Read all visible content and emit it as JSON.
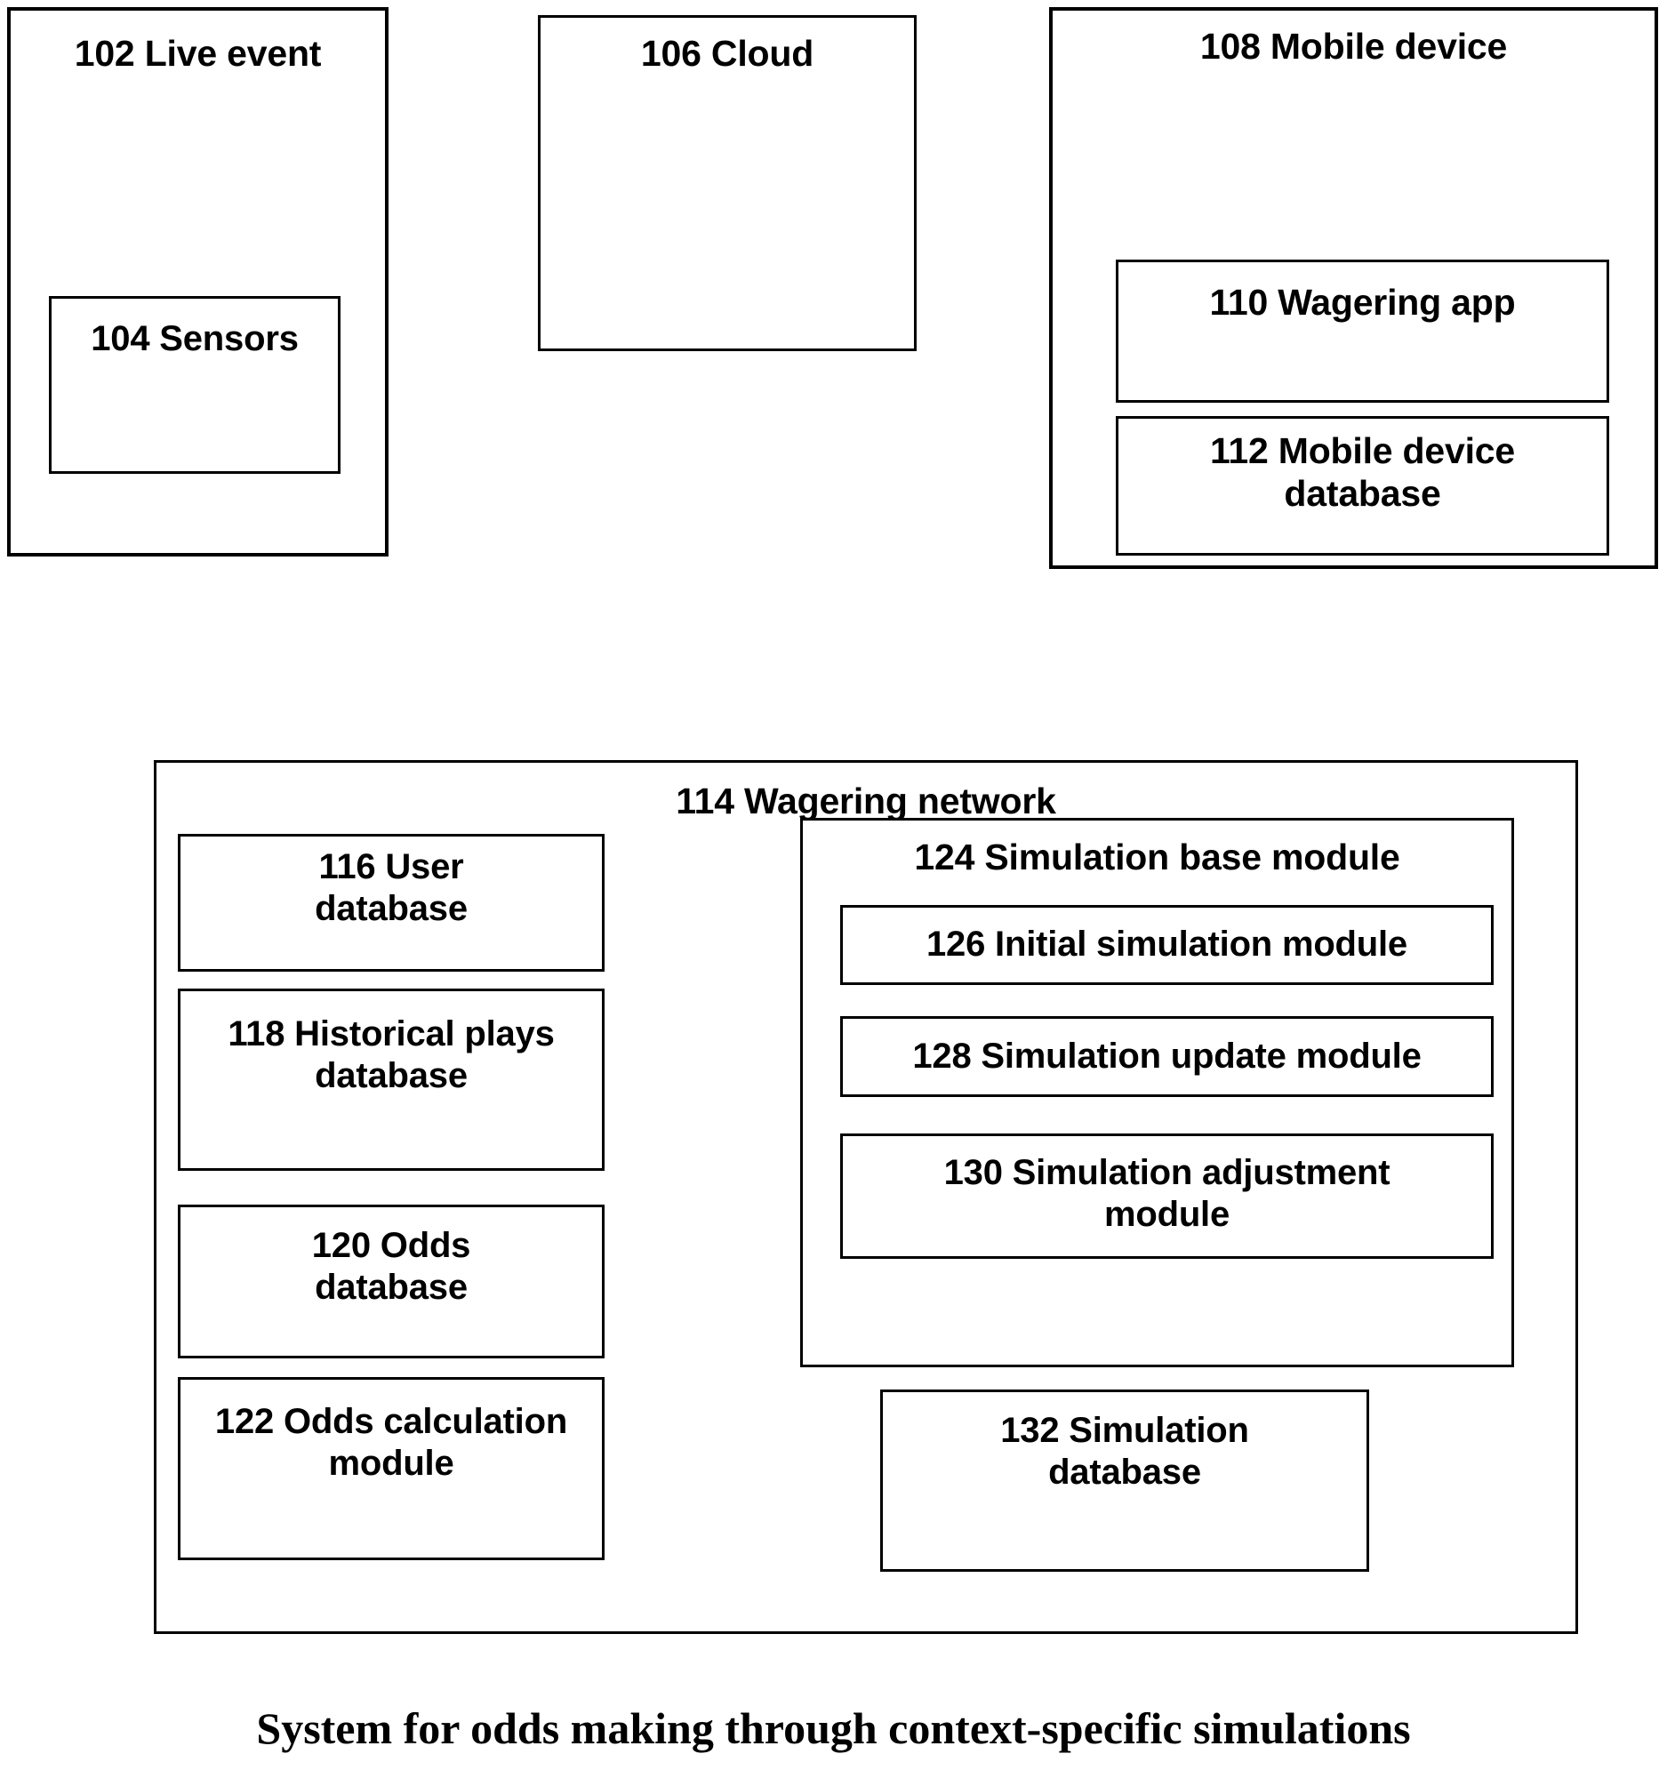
{
  "figure": {
    "caption": "System for odds making through context-specific simulations",
    "line_color": "#000000",
    "background_color": "#ffffff"
  },
  "blocks": {
    "live_event": {
      "label": "102 Live event",
      "sensors": {
        "label": "104 Sensors"
      }
    },
    "cloud": {
      "label": "106 Cloud"
    },
    "mobile_device": {
      "label": "108 Mobile device",
      "wagering_app": {
        "label": "110 Wagering app"
      },
      "mobile_device_database": {
        "label": "112 Mobile device\ndatabase"
      }
    },
    "wagering_network": {
      "label": "114 Wagering network",
      "left_column": [
        {
          "label": "116 User\ndatabase"
        },
        {
          "label": "118 Historical plays\ndatabase"
        },
        {
          "label": "120 Odds\ndatabase"
        },
        {
          "label": "122 Odds calculation\nmodule"
        }
      ],
      "simulation_base_module": {
        "label": "124 Simulation base module",
        "modules": [
          {
            "label": "126 Initial simulation module"
          },
          {
            "label": "128 Simulation update module"
          },
          {
            "label": "130 Simulation adjustment\nmodule"
          }
        ]
      },
      "simulation_database": {
        "label": "132 Simulation\ndatabase"
      }
    }
  }
}
